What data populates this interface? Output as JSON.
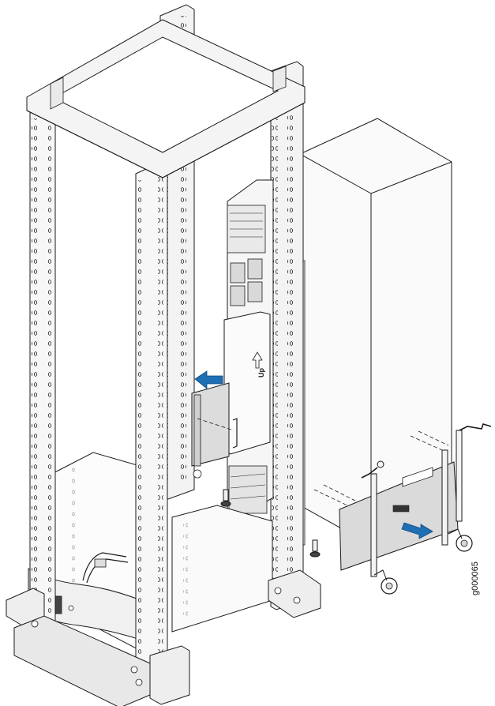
{
  "figure": {
    "id_label": "g000065",
    "panel_label": "Up"
  },
  "colors": {
    "line": "#1a1a1a",
    "fill_light": "#f3f3f3",
    "fill_mid": "#e6e6e6",
    "fill_dark": "#cfcfcf",
    "arrow": "#1f6fb5"
  },
  "icons": [
    "rack-frame",
    "router-chassis",
    "lift-cart",
    "insert-arrow",
    "pull-arrow",
    "caster-wheel",
    "crank-handle"
  ]
}
